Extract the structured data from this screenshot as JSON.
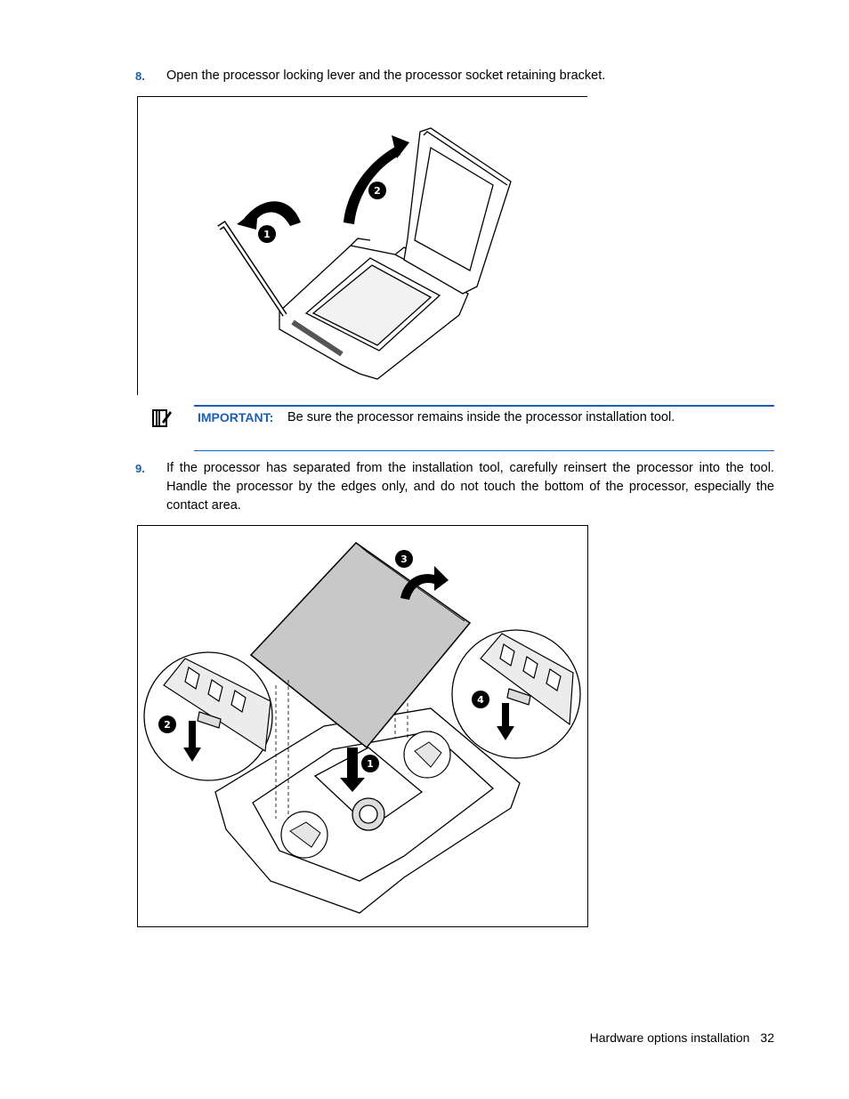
{
  "steps": [
    {
      "number": "8.",
      "text": "Open the processor locking lever and the processor socket retaining bracket."
    },
    {
      "number": "9.",
      "text": "If the processor has separated from the installation tool, carefully reinsert the processor into the tool. Handle the processor by the edges only, and do not touch the bottom of the processor, especially the contact area."
    }
  ],
  "note": {
    "label": "IMPORTANT:",
    "text": "Be sure the processor remains inside the processor installation tool.",
    "icon": "important-note-icon",
    "accent_color": "#1a5fb4"
  },
  "figure1": {
    "callouts": [
      "1",
      "2"
    ]
  },
  "figure2": {
    "callouts": [
      "1",
      "2",
      "3",
      "4"
    ]
  },
  "footer": {
    "section": "Hardware options installation",
    "page": "32"
  }
}
